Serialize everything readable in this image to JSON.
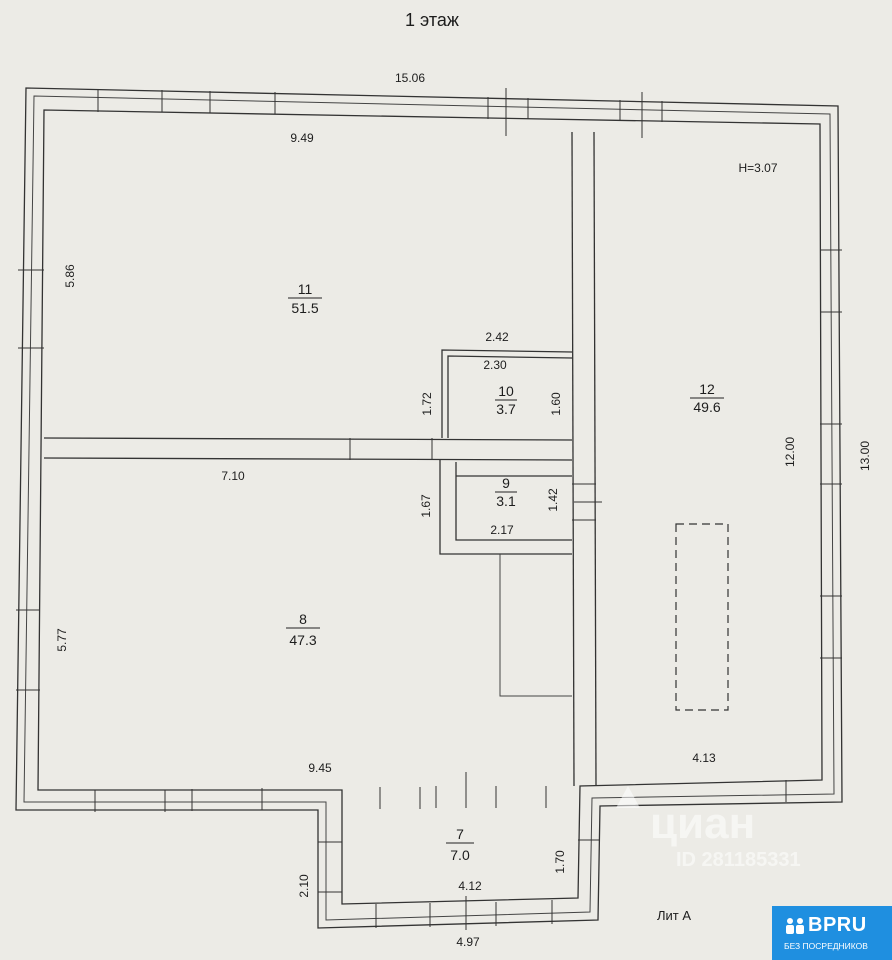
{
  "plan": {
    "title": "1 этаж",
    "height_note": "H=3.07",
    "lit_label": "Лит А",
    "rooms": [
      {
        "num": "11",
        "area": "51.5"
      },
      {
        "num": "10",
        "area": "3.7"
      },
      {
        "num": "9",
        "area": "3.1"
      },
      {
        "num": "8",
        "area": "47.3"
      },
      {
        "num": "12",
        "area": "49.6"
      },
      {
        "num": "7",
        "area": "7.0"
      }
    ],
    "dimensions": {
      "top_overall": "15.06",
      "room11_top": "9.49",
      "room11_left": "5.86",
      "room10_outer_top": "2.42",
      "room10_inner_top": "2.30",
      "room10_left": "1.72",
      "room10_right": "1.60",
      "room8_top": "7.10",
      "room9_left": "1.67",
      "room9_right": "1.42",
      "room9_bottom": "2.17",
      "room8_left": "5.77",
      "room8_bottom": "9.45",
      "room12_right_inner": "12.00",
      "right_overall": "13.00",
      "room12_bottom": "4.13",
      "room7_right": "1.70",
      "room7_left": "2.10",
      "room7_inner": "4.12",
      "room7_outer": "4.97"
    }
  },
  "watermark": {
    "brand": "циан",
    "id_text": "ID 281185331"
  },
  "badge": {
    "label": "BPRU",
    "sub": "БЕЗ ПОСРЕДНИКОВ",
    "bg_color": "#1f8fe0"
  }
}
